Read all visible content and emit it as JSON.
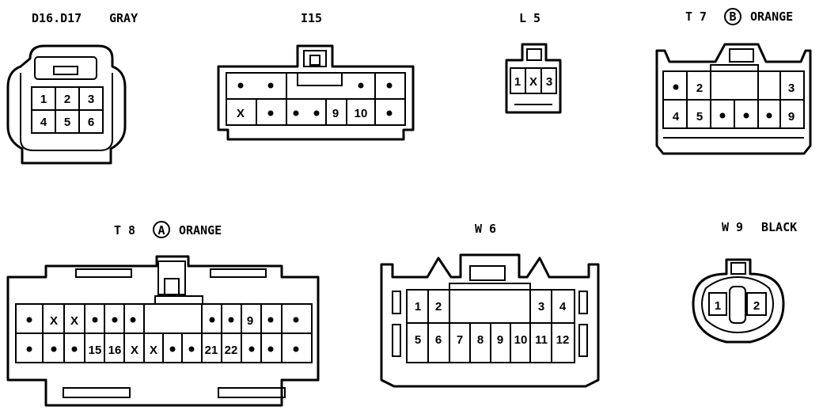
{
  "connectors": {
    "d16": {
      "title": "D16.D17",
      "color": "GRAY",
      "pins": [
        "1",
        "2",
        "3",
        "4",
        "5",
        "6"
      ]
    },
    "i15": {
      "title": "I15",
      "row1": [
        "",
        "",
        "",
        ""
      ],
      "row2": [
        "X",
        "",
        "",
        "",
        "9",
        "10",
        ""
      ]
    },
    "l5": {
      "title": "L 5",
      "pins": [
        "1",
        "X",
        "3"
      ]
    },
    "t7": {
      "title": "T 7",
      "badge": "B",
      "color": "ORANGE",
      "row1": [
        "",
        "2",
        "3"
      ],
      "row2": [
        "4",
        "5",
        "",
        "",
        "",
        "9"
      ]
    },
    "t8": {
      "title": "T 8",
      "badge": "A",
      "color": "ORANGE",
      "row1": [
        "",
        "X",
        "X",
        "",
        "",
        "",
        "",
        "",
        "9",
        "",
        ""
      ],
      "row2": [
        "",
        "",
        "",
        "15",
        "16",
        "X",
        "X",
        "",
        "",
        "21",
        "22",
        "",
        "",
        ""
      ]
    },
    "w6": {
      "title": "W 6",
      "row1": [
        "1",
        "2",
        "3",
        "4"
      ],
      "row2": [
        "5",
        "6",
        "7",
        "8",
        "9",
        "10",
        "11",
        "12"
      ]
    },
    "w9": {
      "title": "W 9",
      "color": "BLACK",
      "pins": [
        "1",
        "2"
      ]
    }
  }
}
